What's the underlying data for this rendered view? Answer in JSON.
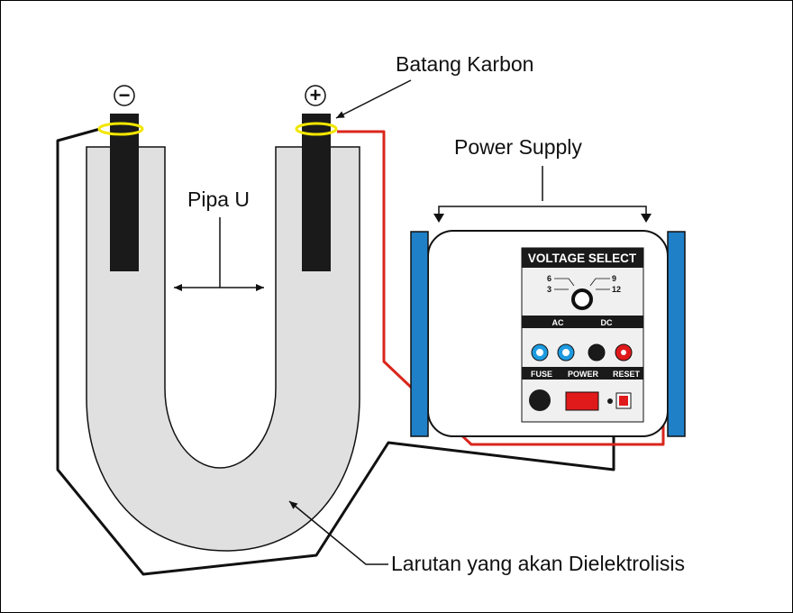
{
  "labels": {
    "carbon_rod": "Batang Karbon",
    "power_supply": "Power Supply",
    "u_tube": "Pipa U",
    "solution": "Larutan yang akan Dielektrolisis",
    "negative_symbol": "−",
    "positive_symbol": "+"
  },
  "panel": {
    "title": "VOLTAGE SELECT",
    "voltages": [
      "6",
      "9",
      "3",
      "12"
    ],
    "ac": "AC",
    "dc": "DC",
    "fuse": "FUSE",
    "power": "POWER",
    "reset": "RESET"
  },
  "colors": {
    "tube_fill": "#e0e0e0",
    "electrode": "#1a1a1a",
    "clip": "#f2e600",
    "red_wire": "#d9261c",
    "black_wire": "#111111",
    "side_bar": "#1f7fc7",
    "ac_terminal": "#1e9be0",
    "power_switch": "#e0191b"
  }
}
